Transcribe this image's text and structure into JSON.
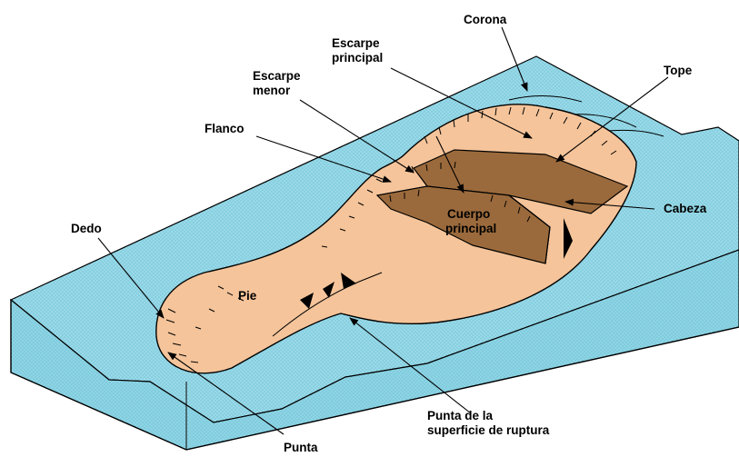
{
  "colors": {
    "terrain": "#9ad9e8",
    "terrain_dots": "#3aa8c4",
    "slide_body": "#f5c49a",
    "slide_dark": "#9b6a3c",
    "outline": "#000000"
  },
  "labels": {
    "corona": "Corona",
    "escarpe_principal_1": "Escarpe",
    "escarpe_principal_2": "principal",
    "escarpe_menor_1": "Escarpe",
    "escarpe_menor_2": "menor",
    "tope": "Tope",
    "flanco": "Flanco",
    "cabeza": "Cabeza",
    "cuerpo_1": "Cuerpo",
    "cuerpo_2": "principal",
    "dedo": "Dedo",
    "pie": "Pie",
    "punta_sup_1": "Punta de la",
    "punta_sup_2": "superficie de ruptura",
    "punta": "Punta"
  }
}
